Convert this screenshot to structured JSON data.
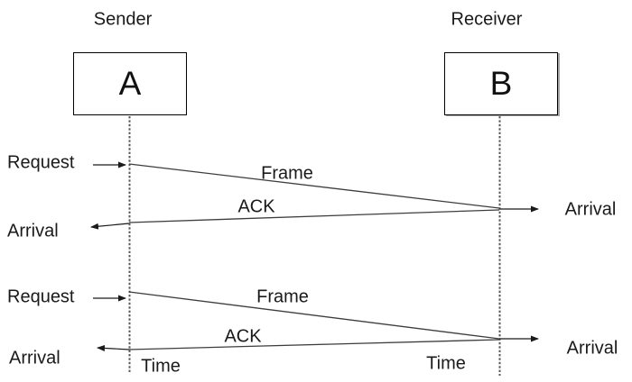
{
  "diagram": {
    "title_semantic": "stop-and-wait-frame-ack-sequence",
    "sender": {
      "title": "Sender",
      "node_label": "A"
    },
    "receiver": {
      "title": "Receiver",
      "node_label": "B"
    },
    "exchanges": [
      {
        "request_label": "Request",
        "frame_label": "Frame",
        "ack_label": "ACK",
        "receiver_arrival_label": "Arrival",
        "sender_arrival_label": "Arrival"
      },
      {
        "request_label": "Request",
        "frame_label": "Frame",
        "ack_label": "ACK",
        "receiver_arrival_label": "Arrival",
        "sender_arrival_label": "Arrival"
      }
    ],
    "time_axis": {
      "sender_label": "Time",
      "receiver_label": "Time"
    },
    "colors": {
      "background": "#ffffff",
      "message_line": "#3d3d3d",
      "timeline_dotted": "#595959",
      "arrow": "#1a1a1a",
      "text": "#1a1a1a",
      "box_border": "#000000"
    }
  }
}
